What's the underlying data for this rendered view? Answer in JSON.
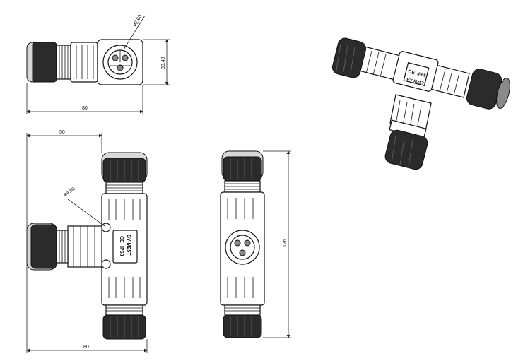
{
  "dimensions": {
    "top_view_diameter": "ø2.60",
    "top_view_height": "30.40",
    "top_view_length": "80",
    "front_view_width": "50",
    "front_view_hole": "ø4.50",
    "front_view_length": "80",
    "side_view_height": "126"
  },
  "label": {
    "ce": "CE",
    "ip": "IP68",
    "model": "BY-M25T"
  },
  "colors": {
    "line": "#111111",
    "body": "#ffffff",
    "dark_shade": "#2b2b2b",
    "mid_shade": "#8a8a8a"
  }
}
